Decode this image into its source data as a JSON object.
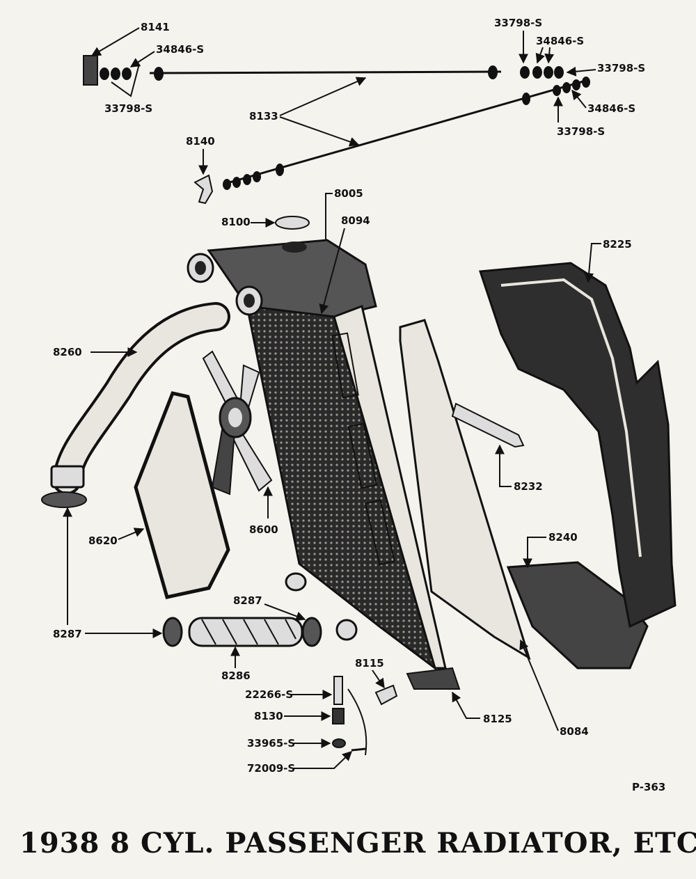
{
  "caption": "1938 8 CYL. PASSENGER RADIATOR, ETC.",
  "plate_number": "P-363",
  "colors": {
    "ink": "#111111",
    "paper": "#f4f3ee",
    "shade": "#3a3a3a",
    "light": "#e8e6de"
  },
  "labels": {
    "p8141": "8141",
    "p34846_top_left": "34846-S",
    "p33798_top_left": "33798-S",
    "p33798_top_right": "33798-S",
    "p34846_top_right": "34846-S",
    "p33798_right_upper": "33798-S",
    "p34846_right": "34846-S",
    "p33798_right_lower": "33798-S",
    "p8133": "8133",
    "p8140": "8140",
    "p8005": "8005",
    "p8100": "8100",
    "p8094": "8094",
    "p8225": "8225",
    "p8260": "8260",
    "p8232": "8232",
    "p8240": "8240",
    "p8620": "8620",
    "p8600": "8600",
    "p8287_center": "8287",
    "p8287_left": "8287",
    "p8286": "8286",
    "p8115": "8115",
    "p22266": "22266-S",
    "p8130": "8130",
    "p33965": "33965-S",
    "p72009": "72009-S",
    "p8125": "8125",
    "p8084": "8084"
  }
}
